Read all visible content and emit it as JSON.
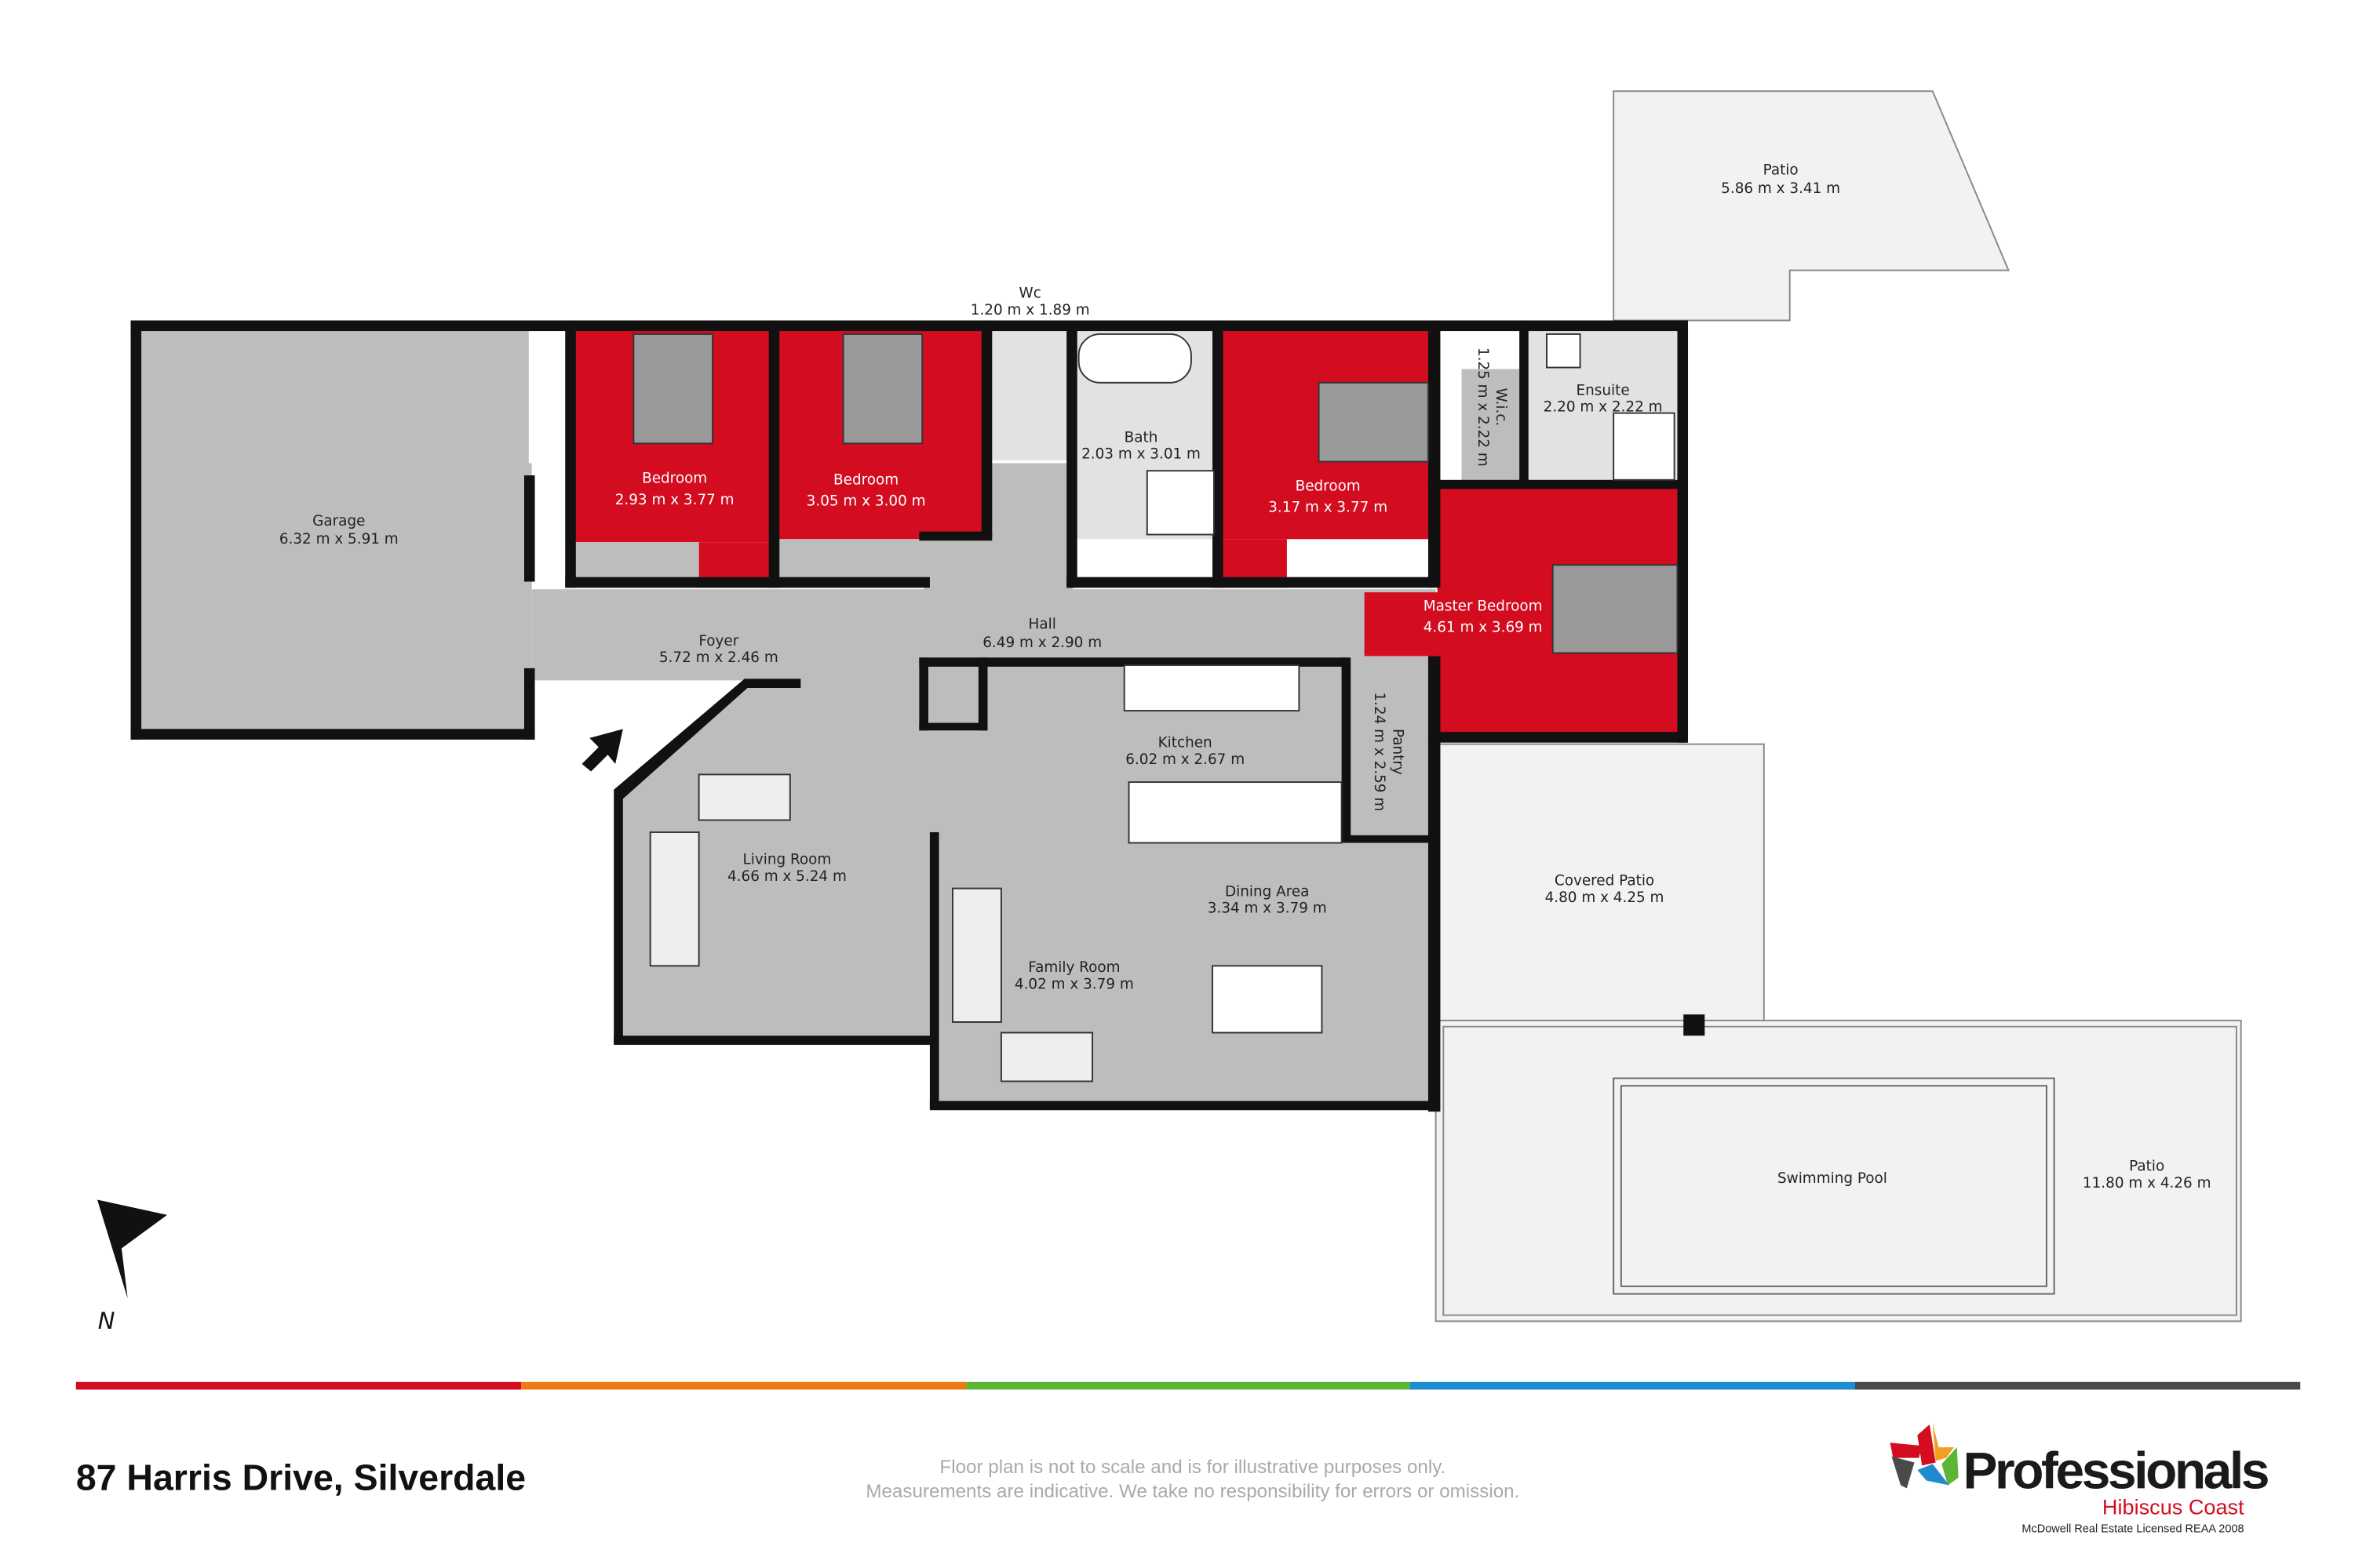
{
  "title": "87 Harris Drive, Silverdale",
  "disclaimer": [
    "Floor plan is not to scale and is for illustrative purposes only.",
    "Measurements are indicative. We take no responsibility for errors or omission."
  ],
  "brand": {
    "name": "Professionals",
    "office": "Hibiscus Coast",
    "license": "McDowell Real Estate Licensed REAA 2008"
  },
  "compass": "N",
  "colors": {
    "red": "#d40c20",
    "orange": "#ec7a16",
    "green": "#5db534",
    "blue": "#1e8ccf",
    "dark": "#4a4a4a",
    "room": "#bdbdbd",
    "wet": "#e2e2e2",
    "outdoor": "#f2f2f2"
  },
  "rooms": {
    "garage": {
      "name": "Garage",
      "size": "6.32 m x 5.91 m"
    },
    "bedroom1": {
      "name": "Bedroom",
      "size": "2.93 m x 3.77 m"
    },
    "bedroom2": {
      "name": "Bedroom",
      "size": "3.05 m x 3.00 m"
    },
    "wc": {
      "name": "Wc",
      "size": "1.20 m x 1.89 m"
    },
    "bath": {
      "name": "Bath",
      "size": "2.03 m x 3.01 m"
    },
    "bedroom3": {
      "name": "Bedroom",
      "size": "3.17 m x 3.77 m"
    },
    "wic": {
      "name": "W.i.c.",
      "size": "1.25 m x 2.22 m"
    },
    "ensuite": {
      "name": "Ensuite",
      "size": "2.20 m x 2.22 m"
    },
    "master": {
      "name": "Master Bedroom",
      "size": "4.61 m x 3.69 m"
    },
    "foyer": {
      "name": "Foyer",
      "size": "5.72 m x 2.46 m"
    },
    "hall": {
      "name": "Hall",
      "size": "6.49 m x 2.90 m"
    },
    "kitchen": {
      "name": "Kitchen",
      "size": "6.02 m x 2.67 m"
    },
    "pantry": {
      "name": "Pantry",
      "size": "1.24 m x 2.59 m"
    },
    "living": {
      "name": "Living Room",
      "size": "4.66 m x 5.24 m"
    },
    "dining": {
      "name": "Dining Area",
      "size": "3.34 m x 3.79 m"
    },
    "family": {
      "name": "Family Room",
      "size": "4.02 m x 3.79 m"
    },
    "covered_patio": {
      "name": "Covered Patio",
      "size": "4.80 m x 4.25 m"
    },
    "patio_top": {
      "name": "Patio",
      "size": "5.86 m x 3.41 m"
    },
    "pool": {
      "name": "Swimming Pool"
    },
    "patio_pool": {
      "name": "Patio",
      "size": "11.80 m x 4.26 m"
    }
  }
}
